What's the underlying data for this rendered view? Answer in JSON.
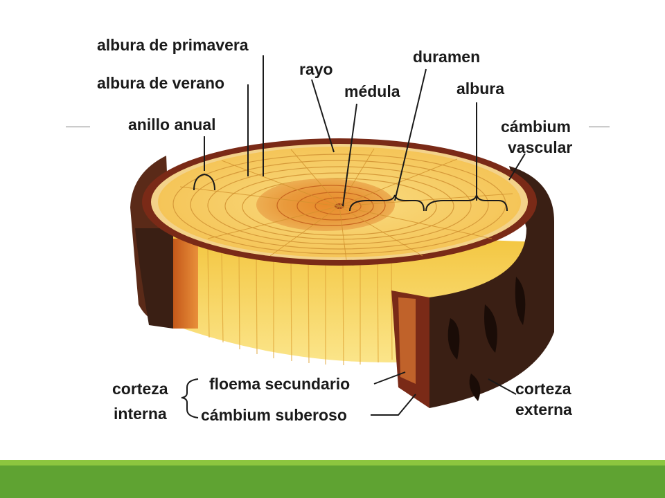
{
  "labels": {
    "albura_primavera": "albura de primavera",
    "albura_verano": "albura de verano",
    "anillo_anual": "anillo anual",
    "rayo": "rayo",
    "medula": "médula",
    "duramen": "duramen",
    "albura": "albura",
    "cambium_vascular_1": "cámbium",
    "cambium_vascular_2": "vascular",
    "corteza_interna_1": "corteza",
    "corteza_interna_2": "interna",
    "floema_secundario": "floema secundario",
    "cambium_suberoso": "cámbium suberoso",
    "corteza_externa_1": "corteza",
    "corteza_externa_2": "externa"
  },
  "colors": {
    "footer_light": "#8cc63f",
    "footer_dark": "#5fa332",
    "bark_dark": "#3a1f14",
    "bark_red": "#7a2a17",
    "sapwood": "#f7d36a",
    "heartwood": "#e38a2c"
  }
}
